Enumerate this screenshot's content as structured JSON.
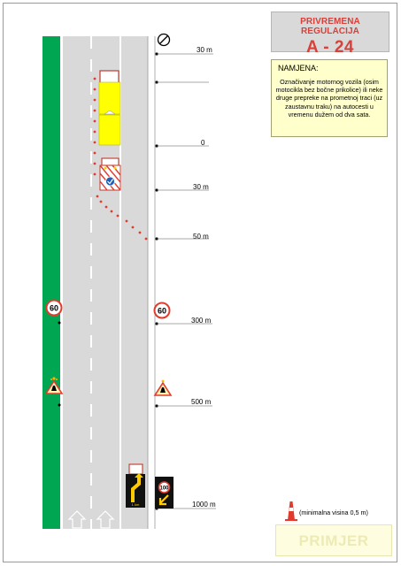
{
  "title": {
    "line1": "PRIVREMENA REGULACIJA",
    "line2": "A - 24"
  },
  "purpose": {
    "title": "NAMJENA:",
    "text": "Označivanje motornog vozila (osim motocikla bez bočne prikolice) ili neke druge prepreke na prometnoj traci (uz zaustavnu traku) na autocesti u vremenu dužem od dva sata."
  },
  "distance_markers": [
    "30 m",
    "0",
    "30 m",
    "50 m",
    "300 m",
    "500 m",
    "1000 m"
  ],
  "signs": {
    "speed_limit": "60",
    "vms_speed": "100",
    "truck_label": "1 km"
  },
  "legend": {
    "text": "(minimalna visina 0,5 m)"
  },
  "example_label": "PRIMJER",
  "colors": {
    "shoulder_green": "#00a652",
    "road_grey": "#d8d8d8",
    "vehicle_yellow": "#ffff00",
    "title_red": "#d8403a",
    "purpose_bg": "#ffffcc"
  }
}
